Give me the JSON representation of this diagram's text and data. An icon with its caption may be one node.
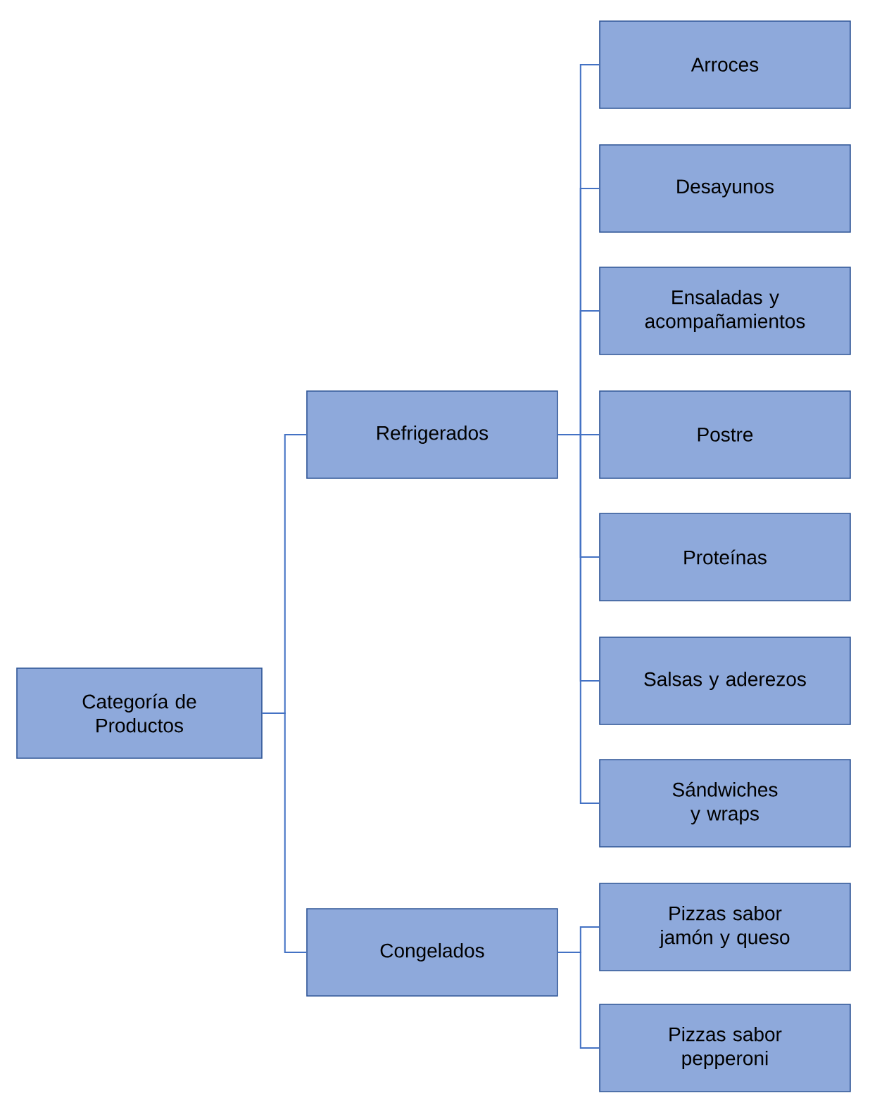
{
  "diagram": {
    "nodes": [
      {
        "text": [
          "Categoría de Productos"
        ]
      },
      {
        "text": [
          "Refrigerados"
        ]
      },
      {
        "text": [
          "Arroces"
        ]
      },
      {
        "text": [
          "Desayunos"
        ]
      },
      {
        "text": [
          "Ensaladas y acompañamientos"
        ]
      },
      {
        "text": [
          "Postre"
        ]
      },
      {
        "text": [
          "Proteínas"
        ]
      },
      {
        "text": [
          "Salsas y aderezos"
        ]
      },
      {
        "text": [
          "Sándwiches y wraps"
        ]
      },
      {
        "text": [
          "Congelados"
        ]
      },
      {
        "text": [
          "Pizzas sabor jamón y queso"
        ]
      },
      {
        "text": [
          "Pizzas sabor pepperoni"
        ]
      }
    ],
    "edges": [
      {
        "from": 0,
        "to": 1,
        "arrow": "none"
      },
      {
        "from": 0,
        "to": 9,
        "arrow": "none"
      },
      {
        "from": 1,
        "to": 2,
        "arrow": "none"
      },
      {
        "from": 1,
        "to": 3,
        "arrow": "none"
      },
      {
        "from": 1,
        "to": 4,
        "arrow": "none"
      },
      {
        "from": 1,
        "to": 5,
        "arrow": "none"
      },
      {
        "from": 1,
        "to": 6,
        "arrow": "none"
      },
      {
        "from": 1,
        "to": 7,
        "arrow": "none"
      },
      {
        "from": 1,
        "to": 8,
        "arrow": "none"
      },
      {
        "from": 9,
        "to": 10,
        "arrow": "none"
      },
      {
        "from": 9,
        "to": 11,
        "arrow": "none"
      }
    ]
  }
}
